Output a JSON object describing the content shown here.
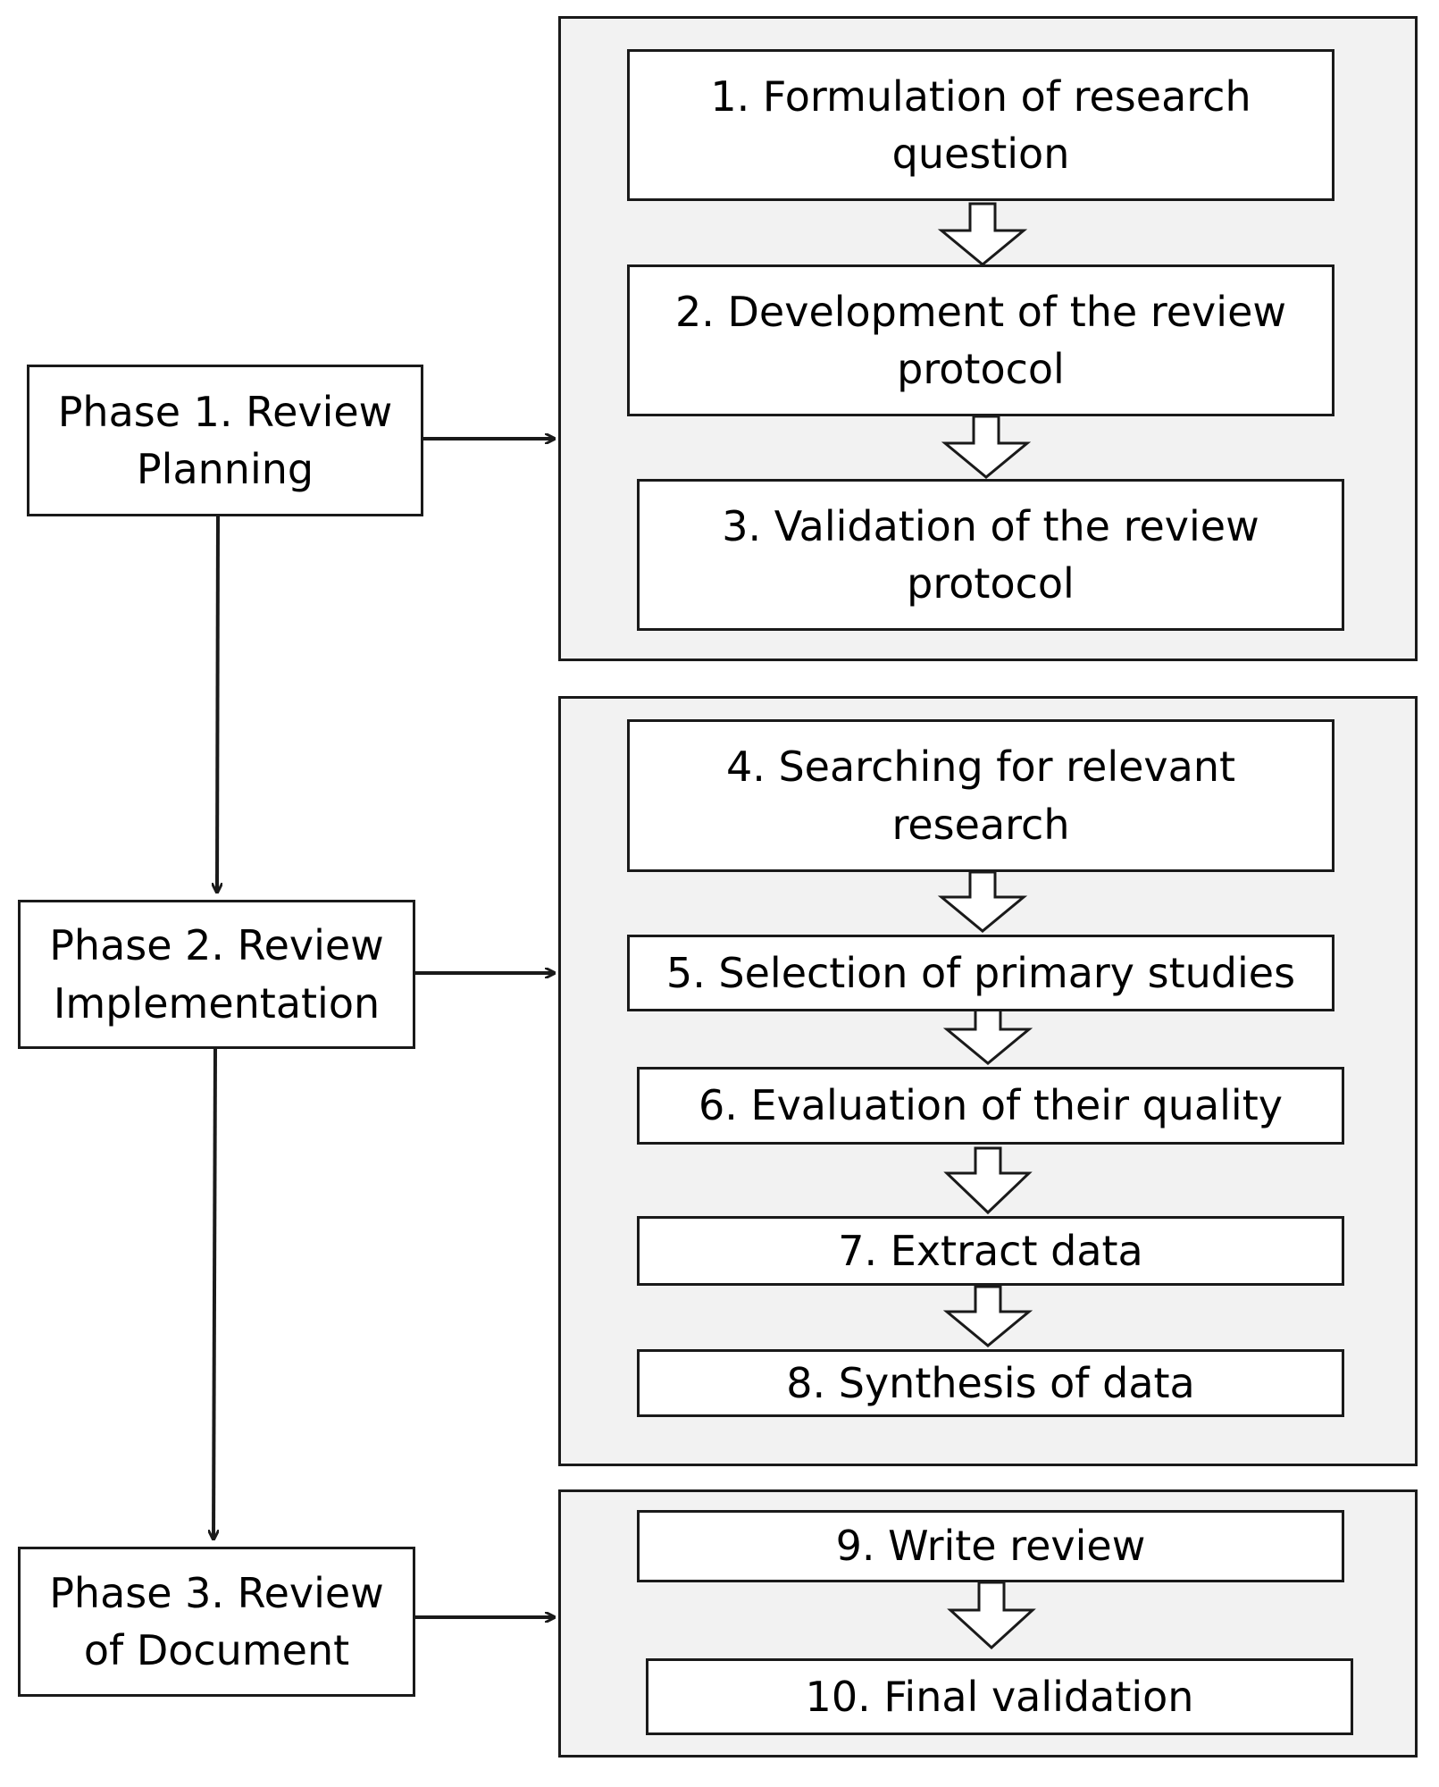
{
  "phases": [
    {
      "id": "phase-1",
      "label": "Phase 1. Review Planning"
    },
    {
      "id": "phase-2",
      "label": "Phase 2. Review Implementation"
    },
    {
      "id": "phase-3",
      "label": "Phase 3. Review of Document"
    }
  ],
  "steps": [
    {
      "id": "step-1",
      "label": "1. Formulation of research question"
    },
    {
      "id": "step-2",
      "label": "2. Development of the review protocol"
    },
    {
      "id": "step-3",
      "label": "3. Validation of the review protocol"
    },
    {
      "id": "step-4",
      "label": "4. Searching for relevant research"
    },
    {
      "id": "step-5",
      "label": "5. Selection of primary studies"
    },
    {
      "id": "step-6",
      "label": "6. Evaluation of their quality"
    },
    {
      "id": "step-7",
      "label": "7. Extract data"
    },
    {
      "id": "step-8",
      "label": "8. Synthesis of data"
    },
    {
      "id": "step-9",
      "label": "9. Write review"
    },
    {
      "id": "step-10",
      "label": "10. Final validation"
    }
  ],
  "colors": {
    "panel_fill": "#f2f2f2",
    "box_fill": "#ffffff",
    "stroke": "#1a1a1a"
  }
}
